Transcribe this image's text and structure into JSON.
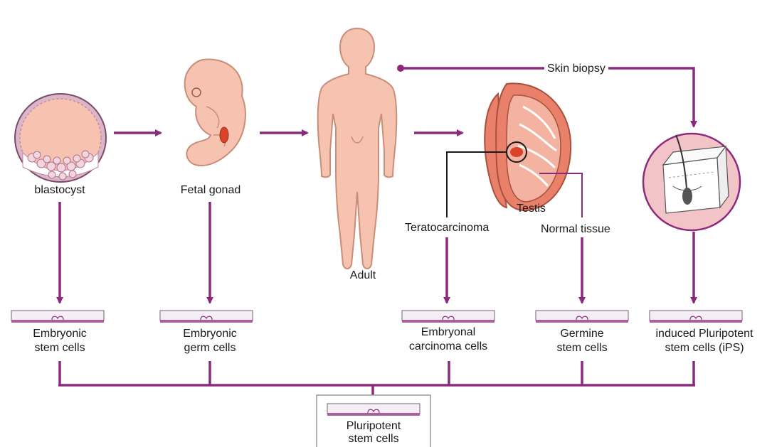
{
  "labels": {
    "blastocyst": "blastocyst",
    "fetal_gonad": "Fetal gonad",
    "adult": "Adult",
    "testis": "Testis",
    "skin_biopsy": "Skin biopsy",
    "teratocarcinoma": "Teratocarcinoma",
    "normal_tissue": "Normal tissue"
  },
  "cell_types": [
    {
      "line1": "Embryonic",
      "line2": "stem cells"
    },
    {
      "line1": "Embryonic",
      "line2": "germ cells"
    },
    {
      "line1": "Embryonal",
      "line2": "carcinoma cells"
    },
    {
      "line1": "Germine",
      "line2": "stem cells"
    },
    {
      "line1": "induced Pluripotent",
      "line2": "stem cells (iPS)"
    }
  ],
  "result": {
    "line1": "Pluripotent",
    "line2": "stem cells"
  },
  "colors": {
    "arrow": "#8b2a7d",
    "skin": "#f6c3b0",
    "skin_outline": "#c88e7a",
    "testis": "#e9806a",
    "testis_light": "#f4b3a0",
    "tumor": "#d9432a",
    "dish_fill": "#f5eef5",
    "dish_base": "#a8609e"
  }
}
